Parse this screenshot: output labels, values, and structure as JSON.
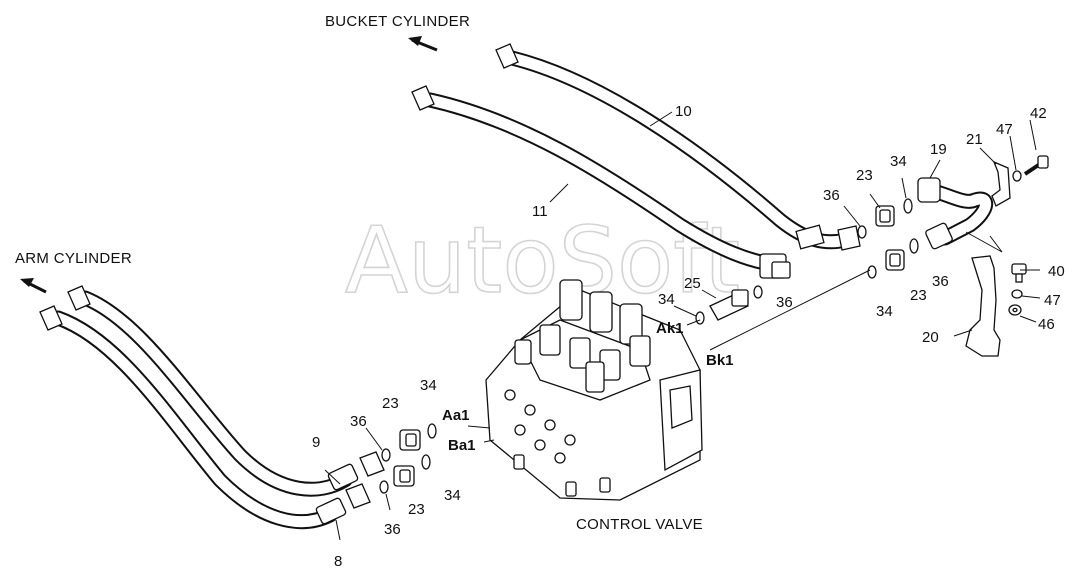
{
  "captions": {
    "bucket_cylinder": "BUCKET CYLINDER",
    "arm_cylinder": "ARM CYLINDER",
    "control_valve": "CONTROL VALVE"
  },
  "watermark": "AutoSoft",
  "ports": {
    "aa1": "Aa1",
    "ba1": "Ba1",
    "ak1": "Ak1",
    "bk1": "Bk1"
  },
  "parts": {
    "p8": "8",
    "p9": "9",
    "p10": "10",
    "p11": "11",
    "p19": "19",
    "p20": "20",
    "p21": "21",
    "p23_left_top": "23",
    "p23_left_bottom": "23",
    "p23_right_top": "23",
    "p23_right_bottom": "23",
    "p25": "25",
    "p34_left_top": "34",
    "p34_left_bottom": "34",
    "p34_mid": "34",
    "p34_right_top": "34",
    "p34_right_bottom": "34",
    "p36_left_top": "36",
    "p36_left_bottom": "36",
    "p36_mid": "36",
    "p36_right_top": "36",
    "p36_right_bottom": "36",
    "p40": "40",
    "p42": "42",
    "p46": "46",
    "p47_top": "47",
    "p47_bottom": "47"
  },
  "colors": {
    "line": "#111111",
    "watermark": "#d4d4d4",
    "background": "#ffffff"
  }
}
